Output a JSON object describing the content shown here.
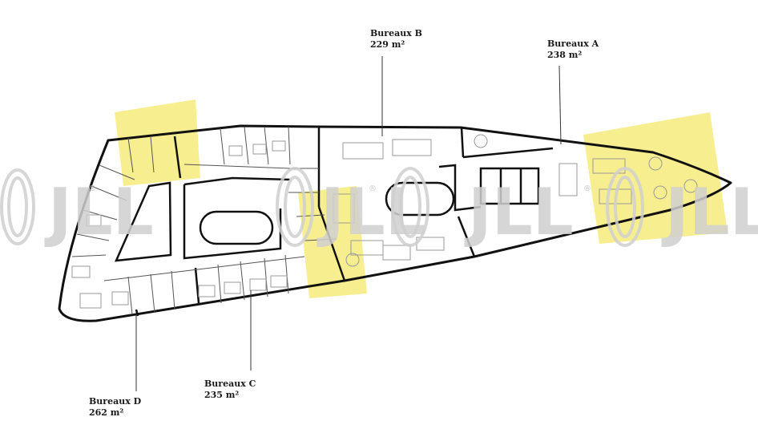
{
  "colors": {
    "highlight": "#f7ee8f",
    "wall": "#111111",
    "furniture": "#9a9a9a",
    "watermark": "#d0d0d0"
  },
  "watermark": {
    "text": "JLL",
    "mark": "®"
  },
  "labels": {
    "bureaux_b": {
      "name": "Bureaux B",
      "area": "229 m²"
    },
    "bureaux_a": {
      "name": "Bureaux A",
      "area": "238 m²"
    },
    "bureaux_c": {
      "name": "Bureaux C",
      "area": "235 m²"
    },
    "bureaux_d": {
      "name": "Bureaux D",
      "area": "262 m²"
    }
  }
}
